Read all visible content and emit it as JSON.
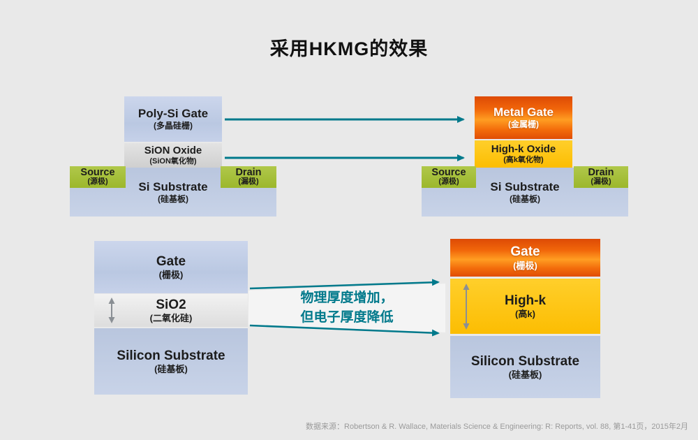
{
  "title": {
    "text": "采用HKMG的效果"
  },
  "top": {
    "before": {
      "gate": {
        "en": "Poly-Si Gate",
        "zh": "(多晶硅栅)"
      },
      "oxide": {
        "en": "SiON Oxide",
        "zh": "(SiON氧化物)"
      },
      "source": {
        "en": "Source",
        "zh": "(源极)"
      },
      "drain": {
        "en": "Drain",
        "zh": "(漏极)"
      },
      "substrate": {
        "en": "Si Substrate",
        "zh": "(硅基板)"
      }
    },
    "after": {
      "gate": {
        "en": "Metal Gate",
        "zh": "(金属栅)"
      },
      "oxide": {
        "en": "High-k Oxide",
        "zh": "(高k氧化物)"
      },
      "source": {
        "en": "Source",
        "zh": "(源极)"
      },
      "drain": {
        "en": "Drain",
        "zh": "(漏极)"
      },
      "substrate": {
        "en": "Si Substrate",
        "zh": "(硅基板)"
      }
    }
  },
  "bottom": {
    "before": {
      "gate": {
        "en": "Gate",
        "zh": "(栅极)"
      },
      "oxide": {
        "en": "SiO2",
        "zh": "(二氧化硅)"
      },
      "substrate": {
        "en": "Silicon Substrate",
        "zh": "(硅基板)"
      }
    },
    "after": {
      "gate": {
        "en": "Gate",
        "zh": "(栅极)"
      },
      "oxide": {
        "en": "High-k",
        "zh": "(高k)"
      },
      "substrate": {
        "en": "Silicon Substrate",
        "zh": "(硅基板)"
      }
    },
    "annotation": {
      "line1": "物理厚度增加，",
      "line2": "但电子厚度降低"
    }
  },
  "source_note": "数据来源：Robertson & R. Wallace, Materials Science & Engineering: R: Reports, vol. 88, 第1-41页，2015年2月",
  "colors": {
    "background": "#e9e9e9",
    "teal_arrow": "#00798b",
    "source_drain_green": "#a5c030",
    "high_k_yellow": "#ffc20e",
    "metal_gate_orange": "#f1660a",
    "poly_gate_lavender": "#c4cfe7",
    "substrate_blue": "#bfcbe2",
    "oxide_gray": "#d8d8d8",
    "thickness_arrow_gray": "#8a8f94"
  }
}
